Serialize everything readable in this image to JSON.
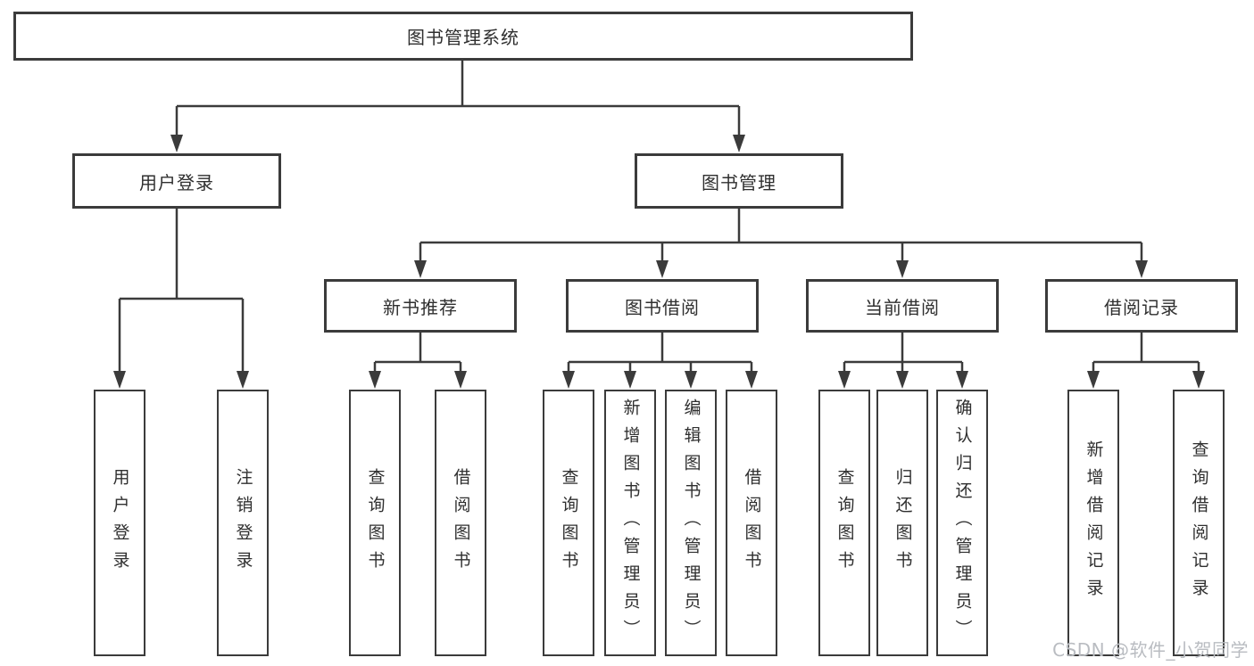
{
  "colors": {
    "line": "#3b3b3b",
    "text": "#2f2f2f",
    "background": "#ffffff",
    "watermark": "#b9bcc1"
  },
  "watermark": {
    "text": "CSDN @软件_小贺同学"
  },
  "tree": {
    "label": "图书管理系统",
    "children": [
      {
        "label": "用户登录",
        "children": [
          {
            "label": "用户登录"
          },
          {
            "label": "注销登录"
          }
        ]
      },
      {
        "label": "图书管理",
        "children": [
          {
            "label": "新书推荐",
            "children": [
              {
                "label": "查询图书"
              },
              {
                "label": "借阅图书"
              }
            ]
          },
          {
            "label": "图书借阅",
            "children": [
              {
                "label": "查询图书"
              },
              {
                "label": "新增图书（管理员）"
              },
              {
                "label": "编辑图书（管理员）"
              },
              {
                "label": "借阅图书"
              }
            ]
          },
          {
            "label": "当前借阅",
            "children": [
              {
                "label": "查询图书"
              },
              {
                "label": "归还图书"
              },
              {
                "label": "确认归还（管理员）"
              }
            ]
          },
          {
            "label": "借阅记录",
            "children": [
              {
                "label": "新增借阅记录"
              },
              {
                "label": "查询借阅记录"
              }
            ]
          }
        ]
      }
    ]
  }
}
